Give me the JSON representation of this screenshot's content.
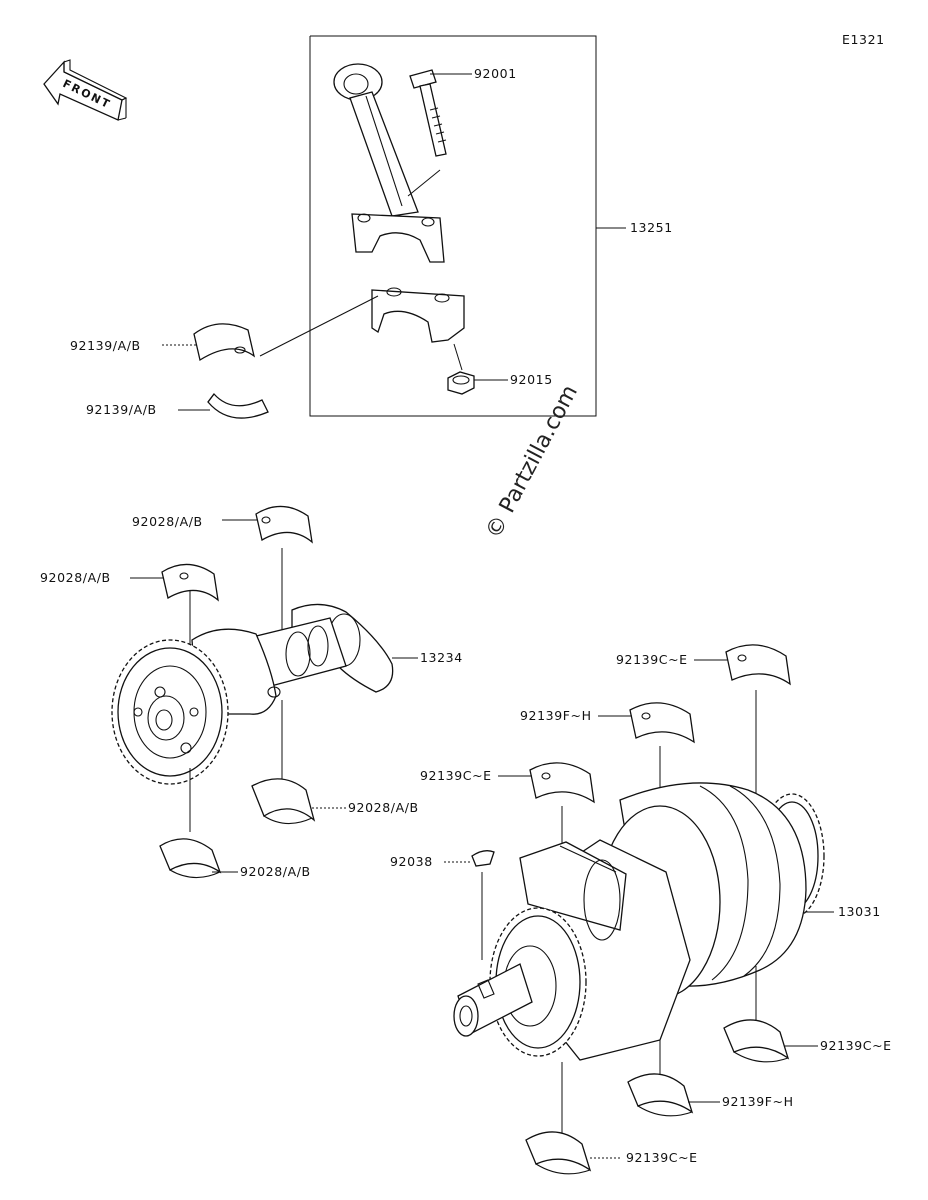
{
  "diagram_id": "E1321",
  "front_label": "FRONT",
  "watermark": "© Partzilla.com",
  "labels": {
    "p92001": "92001",
    "p13251": "13251",
    "p92015": "92015",
    "p92139ab_1": "92139/A/B",
    "p92139ab_2": "92139/A/B",
    "p92028ab_1": "92028/A/B",
    "p92028ab_2": "92028/A/B",
    "p92028ab_3": "92028/A/B",
    "p92028ab_4": "92028/A/B",
    "p13234": "13234",
    "p92139ce_1": "92139C~E",
    "p92139fh_1": "92139F~H",
    "p92139ce_2": "92139C~E",
    "p92038": "92038",
    "p13031": "13031",
    "p92139ce_3": "92139C~E",
    "p92139fh_2": "92139F~H",
    "p92139ce_4": "92139C~E"
  }
}
